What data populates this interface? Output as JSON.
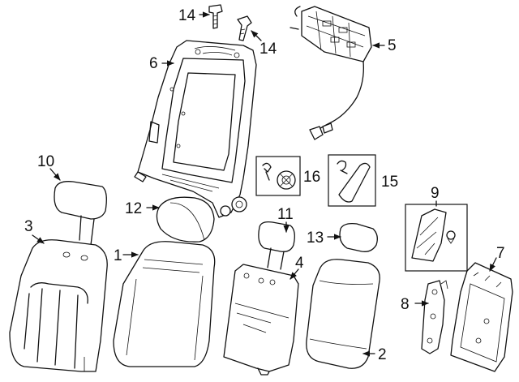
{
  "callouts": {
    "c1": "1",
    "c2": "2",
    "c3": "3",
    "c4": "4",
    "c5": "5",
    "c6": "6",
    "c7": "7",
    "c8": "8",
    "c9": "9",
    "c10": "10",
    "c11": "11",
    "c12": "12",
    "c13": "13",
    "c14a": "14",
    "c14b": "14",
    "c15": "15",
    "c16": "16"
  },
  "colors": {
    "line": "#111111",
    "background": "#ffffff"
  }
}
